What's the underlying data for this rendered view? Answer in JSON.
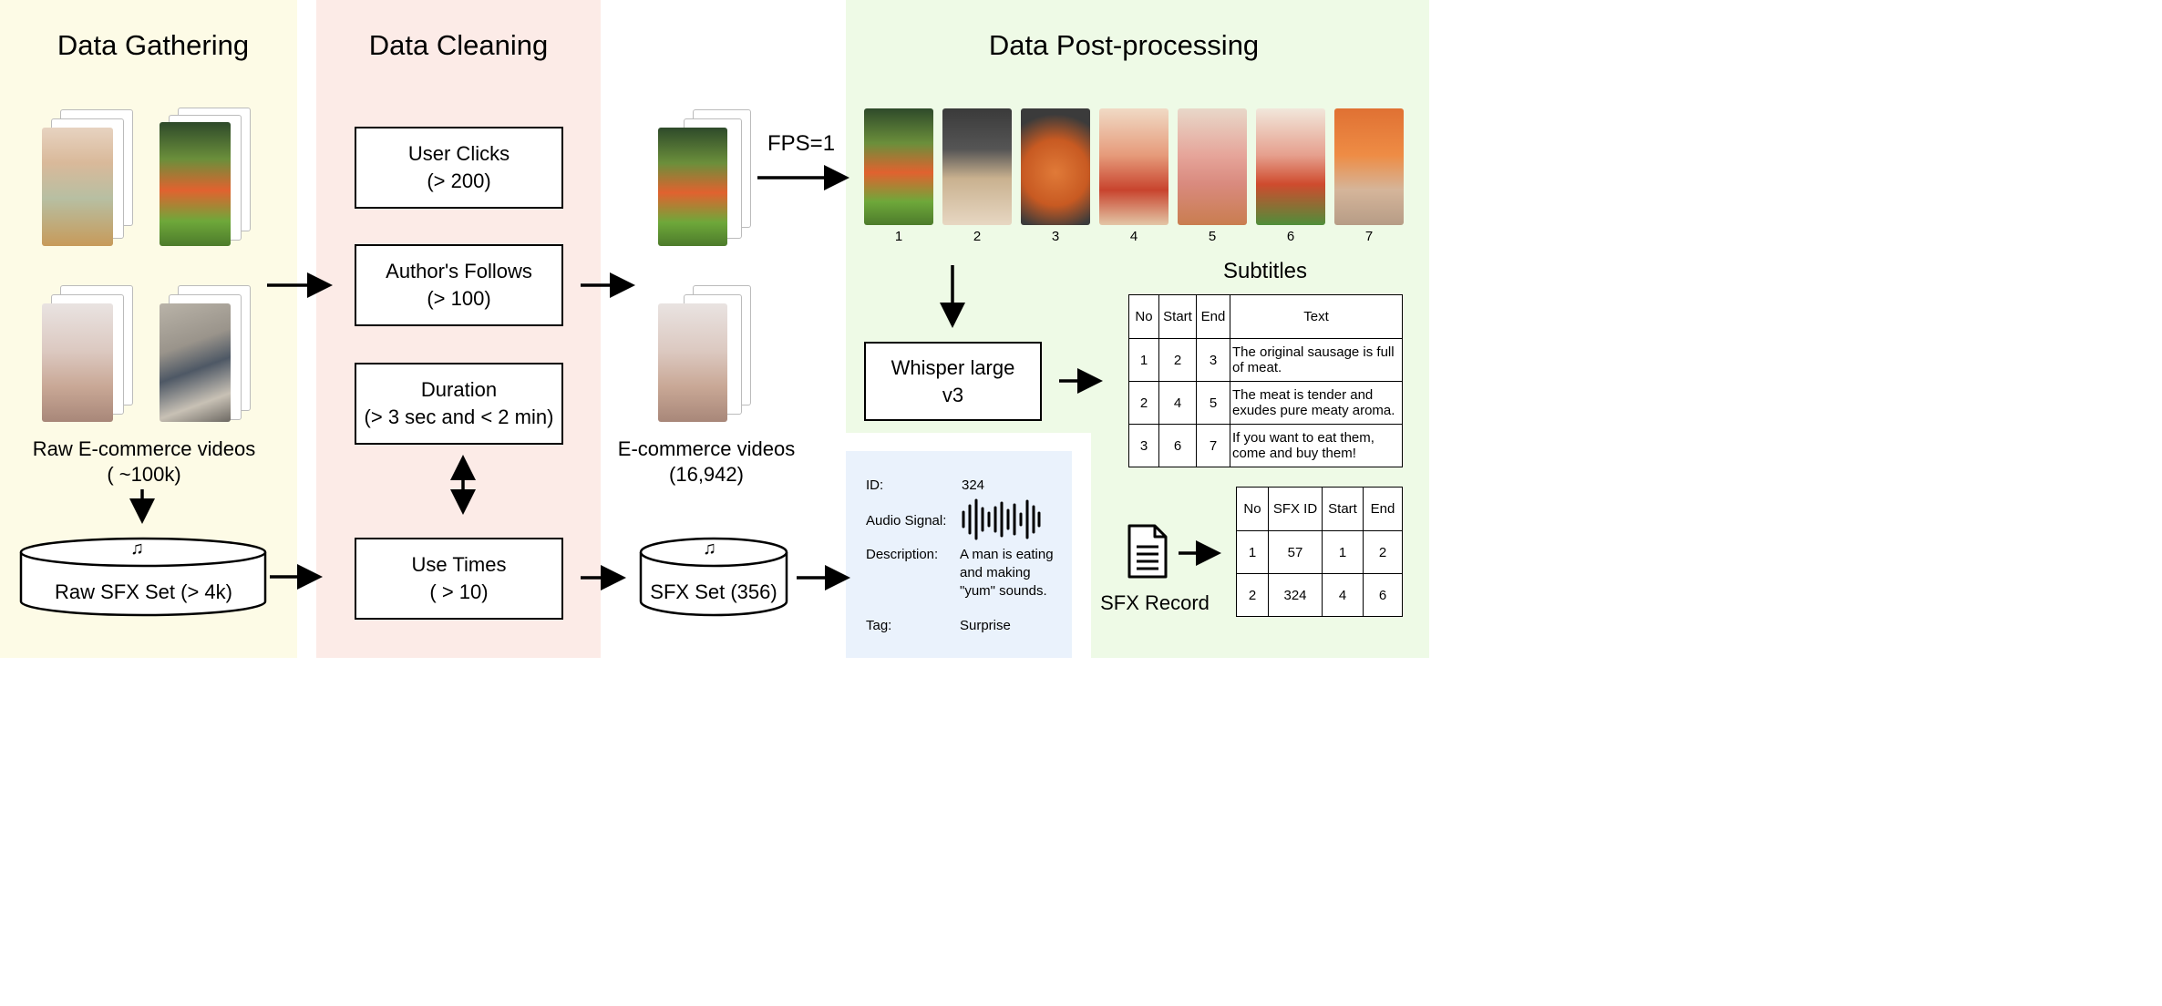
{
  "sections": {
    "gathering": "Data Gathering",
    "cleaning": "Data Cleaning",
    "post": "Data Post-processing"
  },
  "gathering": {
    "raw_videos_line1": "Raw E-commerce videos",
    "raw_videos_line2": "( ~100k)",
    "raw_sfx": "Raw SFX Set (> 4k)"
  },
  "filters": [
    {
      "name": "User Clicks",
      "cond": "(> 200)"
    },
    {
      "name": "Author's Follows",
      "cond": "(> 100)"
    },
    {
      "name": "Duration",
      "cond": "(> 3 sec and  < 2 min)"
    },
    {
      "name": "Use Times",
      "cond": "( > 10)"
    }
  ],
  "cleaned": {
    "videos_line1": "E-commerce videos",
    "videos_line2": "(16,942)",
    "sfx_set": "SFX Set (356)"
  },
  "post": {
    "fps_label": "FPS=1",
    "frame_numbers": [
      "1",
      "2",
      "3",
      "4",
      "5",
      "6",
      "7"
    ],
    "whisper_line1": "Whisper large",
    "whisper_line2": "v3",
    "subtitles_title": "Subtitles",
    "subtitles_headers": [
      "No",
      "Start",
      "End",
      "Text"
    ],
    "subtitles_rows": [
      [
        "1",
        "2",
        "3",
        "The original sausage is full of meat."
      ],
      [
        "2",
        "4",
        "5",
        "The meat is tender and exudes pure meaty aroma."
      ],
      [
        "3",
        "6",
        "7",
        "If you want to eat them, come and buy them!"
      ]
    ],
    "sfx_record_label": "SFX Record",
    "sfx_headers": [
      "No",
      "SFX ID",
      "Start",
      "End"
    ],
    "sfx_rows": [
      [
        "1",
        "57",
        "1",
        "2"
      ],
      [
        "2",
        "324",
        "4",
        "6"
      ]
    ]
  },
  "sfx_card": {
    "id_label": "ID:",
    "id_value": "324",
    "audio_label": "Audio Signal:",
    "desc_label": "Description:",
    "desc_value": "A man is eating and making \"yum\" sounds.",
    "tag_label": "Tag:",
    "tag_value": "Surprise"
  },
  "icons": [
    "music-note-icon",
    "document-icon",
    "waveform-icon"
  ],
  "colors": {
    "gathering_bg": "#fdfbe6",
    "cleaning_bg": "#fcebe7",
    "post_bg": "#eefae6",
    "card_bg": "#eaf2fc"
  }
}
